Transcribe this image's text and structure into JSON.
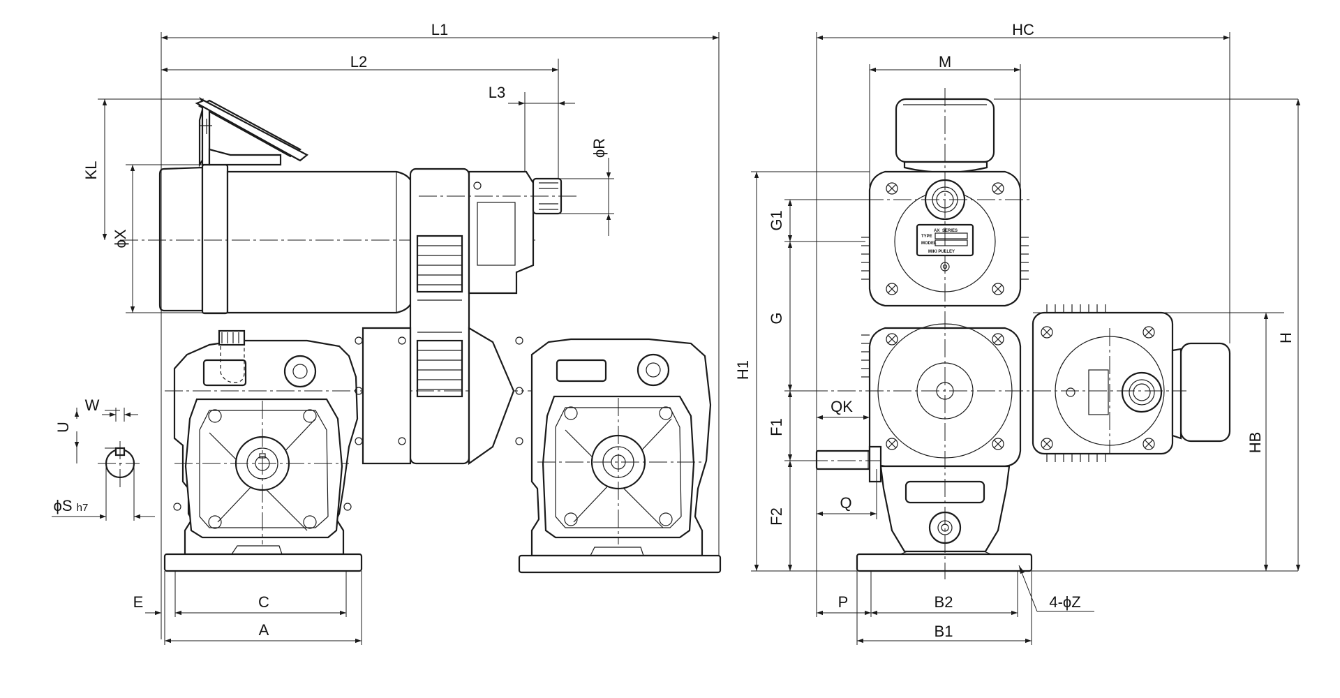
{
  "drawing": {
    "labels": {
      "L1": "L1",
      "L2": "L2",
      "L3": "L3",
      "R": "ϕR",
      "KL": "KL",
      "X": "ϕX",
      "W": "W",
      "U": "U",
      "S": "ϕS",
      "S_tol": "h7",
      "E": "E",
      "C": "C",
      "A": "A",
      "HC": "HC",
      "M": "M",
      "G1": "G1",
      "G": "G",
      "H1": "H1",
      "H": "H",
      "HB": "HB",
      "QK": "QK",
      "F1": "F1",
      "F2": "F2",
      "Q": "Q",
      "P": "P",
      "B2": "B2",
      "B1": "B1",
      "Z": "4-ϕZ"
    },
    "nameplate": {
      "series": "AX",
      "series_word": "SERIES",
      "type": "TYPE",
      "model": "MODEL",
      "maker": "MIKI PULLEY"
    }
  }
}
